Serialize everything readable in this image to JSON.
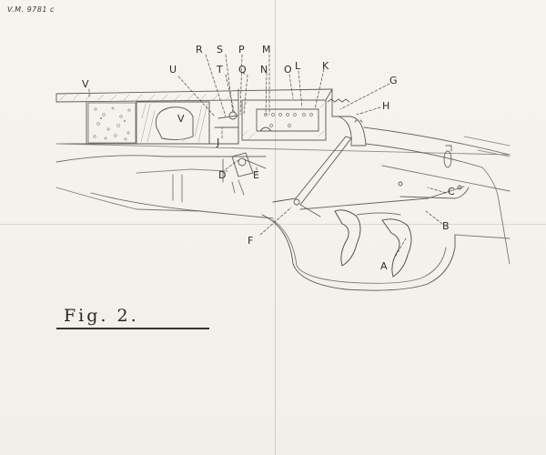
{
  "archive_ref": "V.M. 9781 c",
  "caption": "Fig. 2.",
  "callouts": {
    "A": "A",
    "B": "B",
    "C": "C",
    "D": "D",
    "E": "E",
    "F": "F",
    "G": "G",
    "H": "H",
    "J": "J",
    "K": "K",
    "L": "L",
    "M": "M",
    "N": "N",
    "O": "O",
    "P": "P",
    "Q": "Q",
    "R": "R",
    "S": "S",
    "T": "T",
    "U": "U",
    "V1": "V",
    "V2": "V"
  },
  "colors": {
    "paper": "#f3f1ec",
    "pencil": "#5a5a5a",
    "ink": "#2e2e2e"
  }
}
